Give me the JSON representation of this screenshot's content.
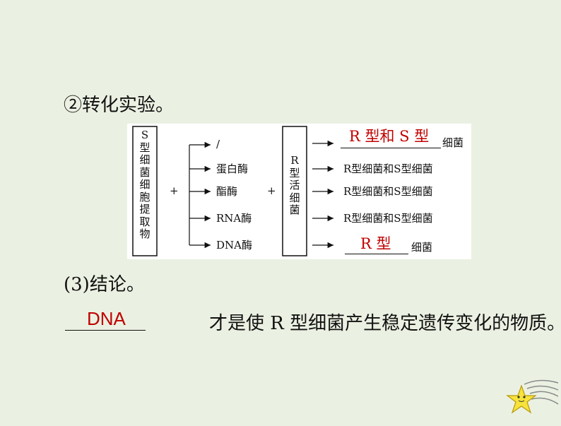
{
  "heading": "②转化实验。",
  "diagram": {
    "source_box": "S型细菌细胞提取物",
    "plus": "+",
    "treatments": [
      "/",
      "蛋白酶",
      "酯酶",
      "RNA酶",
      "DNA酶"
    ],
    "r_box": "R型活细菌",
    "results": [
      {
        "answer": "R 型和 S 型",
        "suffix": "细菌"
      },
      {
        "text": "R型细菌和S型细菌"
      },
      {
        "text": "R型细菌和S型细菌"
      },
      {
        "text": "R型细菌和S型细菌"
      },
      {
        "answer": "R 型",
        "suffix": "细菌"
      }
    ]
  },
  "conclusion": {
    "title": "(3)结论。",
    "answer": "DNA",
    "sentence": "才是使 R 型细菌产生稳定遗传变化的物质。"
  },
  "colors": {
    "background": "#ebf1e2",
    "answer": "#c00000"
  },
  "decoration": {
    "icon": "star-icon"
  }
}
